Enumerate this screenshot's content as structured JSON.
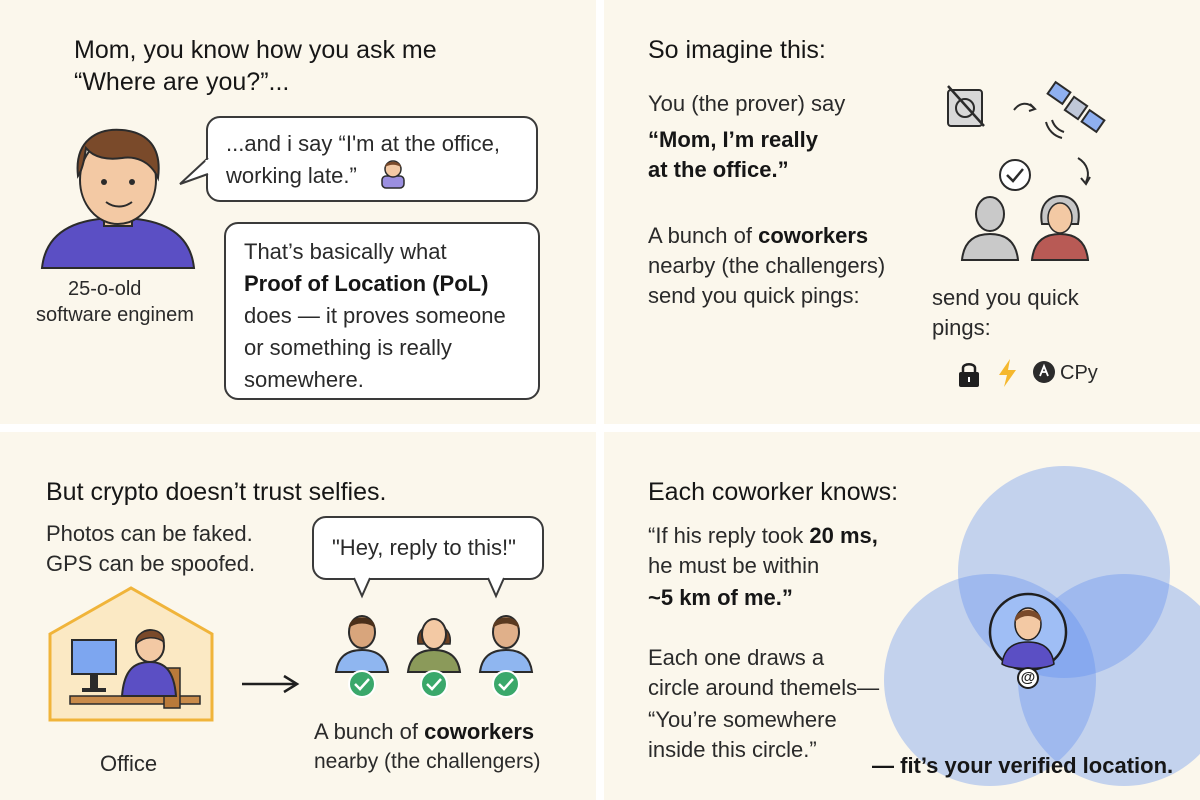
{
  "panel1": {
    "title_line1": "Mom, you know how you ask me",
    "title_line2": "“Where are you?”...",
    "bubble_line1": "...and i say “I'm at the office,",
    "bubble_line2": "working late.”",
    "avatar_caption_line1": "25-o-old",
    "avatar_caption_line2": "software enginem",
    "box_line1": "That’s basically what",
    "box_line2_bold": "Proof of Location (PoL)",
    "box_line3": "does — it proves someone",
    "box_line4": "or something is really",
    "box_line5": "somewhere."
  },
  "panel2": {
    "title": "So imagine this:",
    "prover_line": "You (the prover) say",
    "quote_line1": "“Mom, I’m really",
    "quote_line2": "at the office.”",
    "cw_line1_pre": "A bunch of ",
    "cw_line1_bold": "coworkers",
    "cw_line2": "nearby (the challengers)",
    "cw_line3": "send you quick pings:",
    "side_line1": "send you quick",
    "side_line2": "pings:",
    "icon_label": "CPy"
  },
  "panel3": {
    "title": "But crypto doesn’t trust selfies.",
    "fake_line1": "Photos can be faked.",
    "fake_line2": "GPS can be spoofed.",
    "bubble": "\"Hey, reply to this!\"",
    "office_label": "Office",
    "cw_line1_pre": "A bunch of ",
    "cw_line1_bold": "coworkers",
    "cw_line2": "nearby (the challengers)"
  },
  "panel4": {
    "title": "Each coworker knows:",
    "q_line1_pre": "“If his reply took ",
    "q_line1_bold": "20 ms,",
    "q_line2": "he must be within",
    "q_line3_bold": "~5 km of me.”",
    "draw_line1": "Each one draws a",
    "draw_line2": "circle around themels—",
    "draw_line3": "“You’re somewhere",
    "draw_line4": "inside this circle.”",
    "verified": "— fit’s your verified location.",
    "pin_symbol": "@"
  },
  "colors": {
    "panel_bg": "#fbf7ec",
    "shirt_purple": "#5b4fc4",
    "circle_blue": "#5b8df0",
    "check_green": "#3aa86b",
    "house_orange": "#f0b43a",
    "bolt_yellow": "#f5b82e"
  }
}
